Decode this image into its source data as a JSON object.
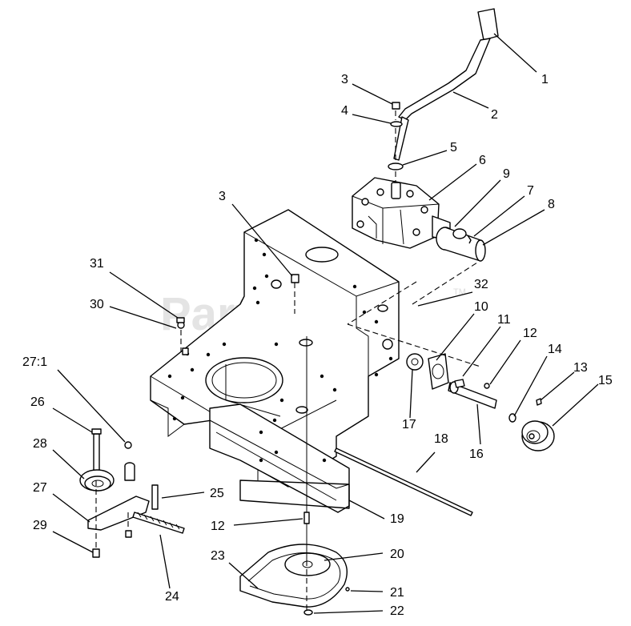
{
  "watermark": {
    "text": "PartsTree",
    "trademark": "TM"
  },
  "callouts": [
    "1",
    "2",
    "3",
    "4",
    "5",
    "6",
    "9",
    "7",
    "8",
    "3",
    "31",
    "30",
    "32",
    "10",
    "11",
    "12",
    "14",
    "13",
    "15",
    "17",
    "16",
    "18",
    "27:1",
    "26",
    "28",
    "27",
    "25",
    "29",
    "19",
    "12",
    "20",
    "23",
    "24",
    "21",
    "22"
  ]
}
